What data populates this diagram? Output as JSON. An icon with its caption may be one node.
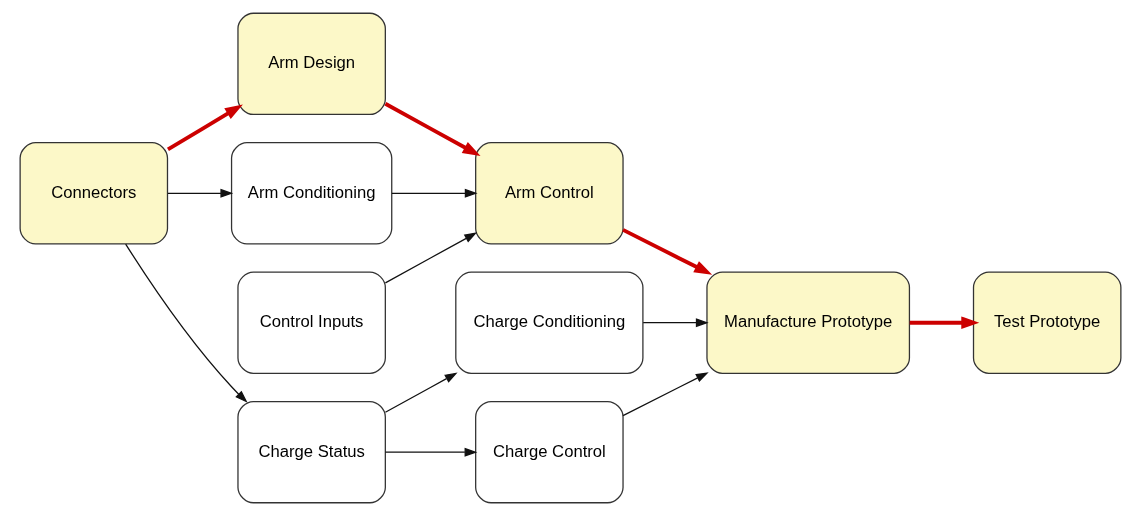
{
  "diagram": {
    "nodes": [
      {
        "text": [
          "Control Inputs"
        ]
      },
      {
        "text": [
          "Arm Design"
        ]
      },
      {
        "text": [
          "Arm Control"
        ]
      },
      {
        "text": [
          "Connectors"
        ]
      },
      {
        "text": [
          "Arm Conditioning"
        ]
      },
      {
        "text": [
          "Charge Conditioning"
        ]
      },
      {
        "text": [
          "Manufacture Prototype"
        ]
      },
      {
        "text": [
          "Test Prototype"
        ]
      },
      {
        "text": [
          "Charge Status"
        ]
      },
      {
        "text": [
          "Charge Control"
        ]
      }
    ],
    "edges": [
      {
        "from": 3,
        "to": 1,
        "arrow": "to",
        "style": "thick",
        "color": "#cc0000"
      },
      {
        "from": 3,
        "to": 4,
        "arrow": "to"
      },
      {
        "from": 3,
        "to": 8,
        "arrow": "to"
      },
      {
        "from": 0,
        "to": 2,
        "arrow": "to"
      },
      {
        "from": 1,
        "to": 2,
        "arrow": "to",
        "style": "thick",
        "color": "#cc0000"
      },
      {
        "from": 4,
        "to": 2,
        "arrow": "to"
      },
      {
        "from": 8,
        "to": 5,
        "arrow": "to"
      },
      {
        "from": 8,
        "to": 9,
        "arrow": "to"
      },
      {
        "from": 2,
        "to": 6,
        "arrow": "to",
        "style": "thick",
        "color": "#cc0000"
      },
      {
        "from": 5,
        "to": 6,
        "arrow": "to"
      },
      {
        "from": 9,
        "to": 6,
        "arrow": "to"
      },
      {
        "from": 6,
        "to": 7,
        "arrow": "to",
        "style": "thick",
        "color": "#cc0000"
      }
    ]
  }
}
